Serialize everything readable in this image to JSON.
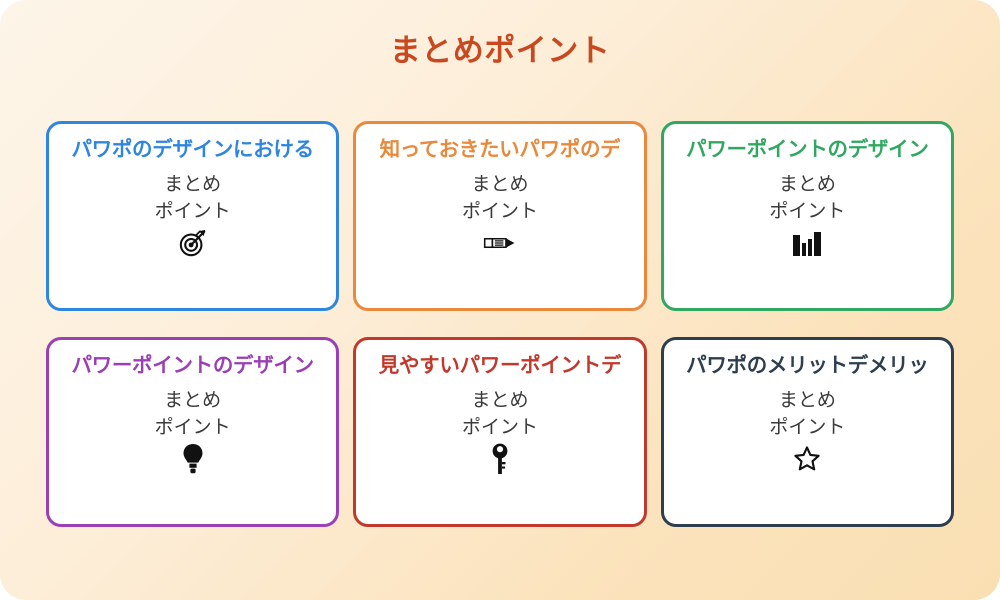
{
  "slide": {
    "title": "まとめポイント",
    "title_color": "#c8491f",
    "background_from": "#fdf5e9",
    "background_to": "#fadfb2",
    "card_background": "#ffffff",
    "body_text_color": "#3a3a3a"
  },
  "cards": [
    {
      "title": "パワポのデザインにおける",
      "body": "まとめ\nポイント",
      "icon": "dart-target-icon",
      "color": "#2e86de"
    },
    {
      "title": "知っておきたいパワポのデ",
      "body": "まとめ\nポイント",
      "icon": "pencil-icon",
      "color": "#e8893c"
    },
    {
      "title": "パワーポイントのデザイン",
      "body": "まとめ\nポイント",
      "icon": "bar-chart-icon",
      "color": "#31a862"
    },
    {
      "title": "パワーポイントのデザイン",
      "body": "まとめ\nポイント",
      "icon": "lightbulb-icon",
      "color": "#9b3fb5"
    },
    {
      "title": "見やすいパワーポイントデ",
      "body": "まとめ\nポイント",
      "icon": "key-icon",
      "color": "#c0392b"
    },
    {
      "title": "パワポのメリットデメリッ",
      "body": "まとめ\nポイント",
      "icon": "star-icon",
      "color": "#2c3e50"
    }
  ]
}
